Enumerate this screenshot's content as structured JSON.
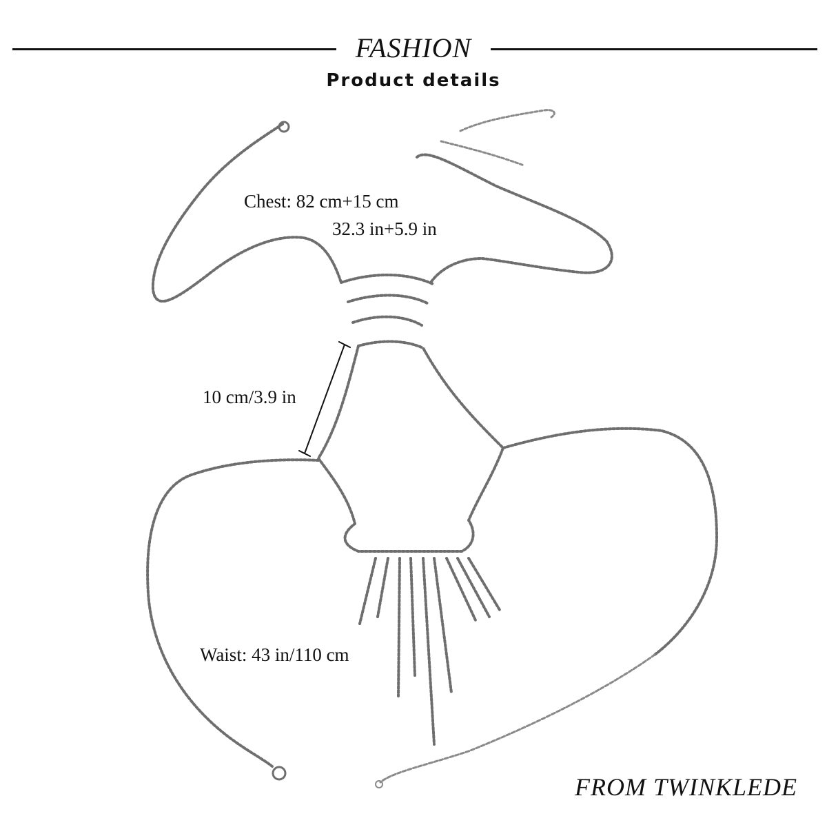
{
  "header": {
    "brand": "FASHION",
    "subtitle": "Product details"
  },
  "measurements": {
    "chest_cm": "Chest: 82 cm+15 cm",
    "chest_in": "32.3 in+5.9 in",
    "strap_gap": "10 cm/3.9 in",
    "waist": "Waist: 43 in/110 cm"
  },
  "footer": {
    "brand": "FROM TWINKLEDE"
  },
  "colors": {
    "background": "#ffffff",
    "text": "#111111",
    "chain": "#6e6e6e"
  },
  "product": {
    "image": "rhinestone-body-chain-illustration"
  }
}
